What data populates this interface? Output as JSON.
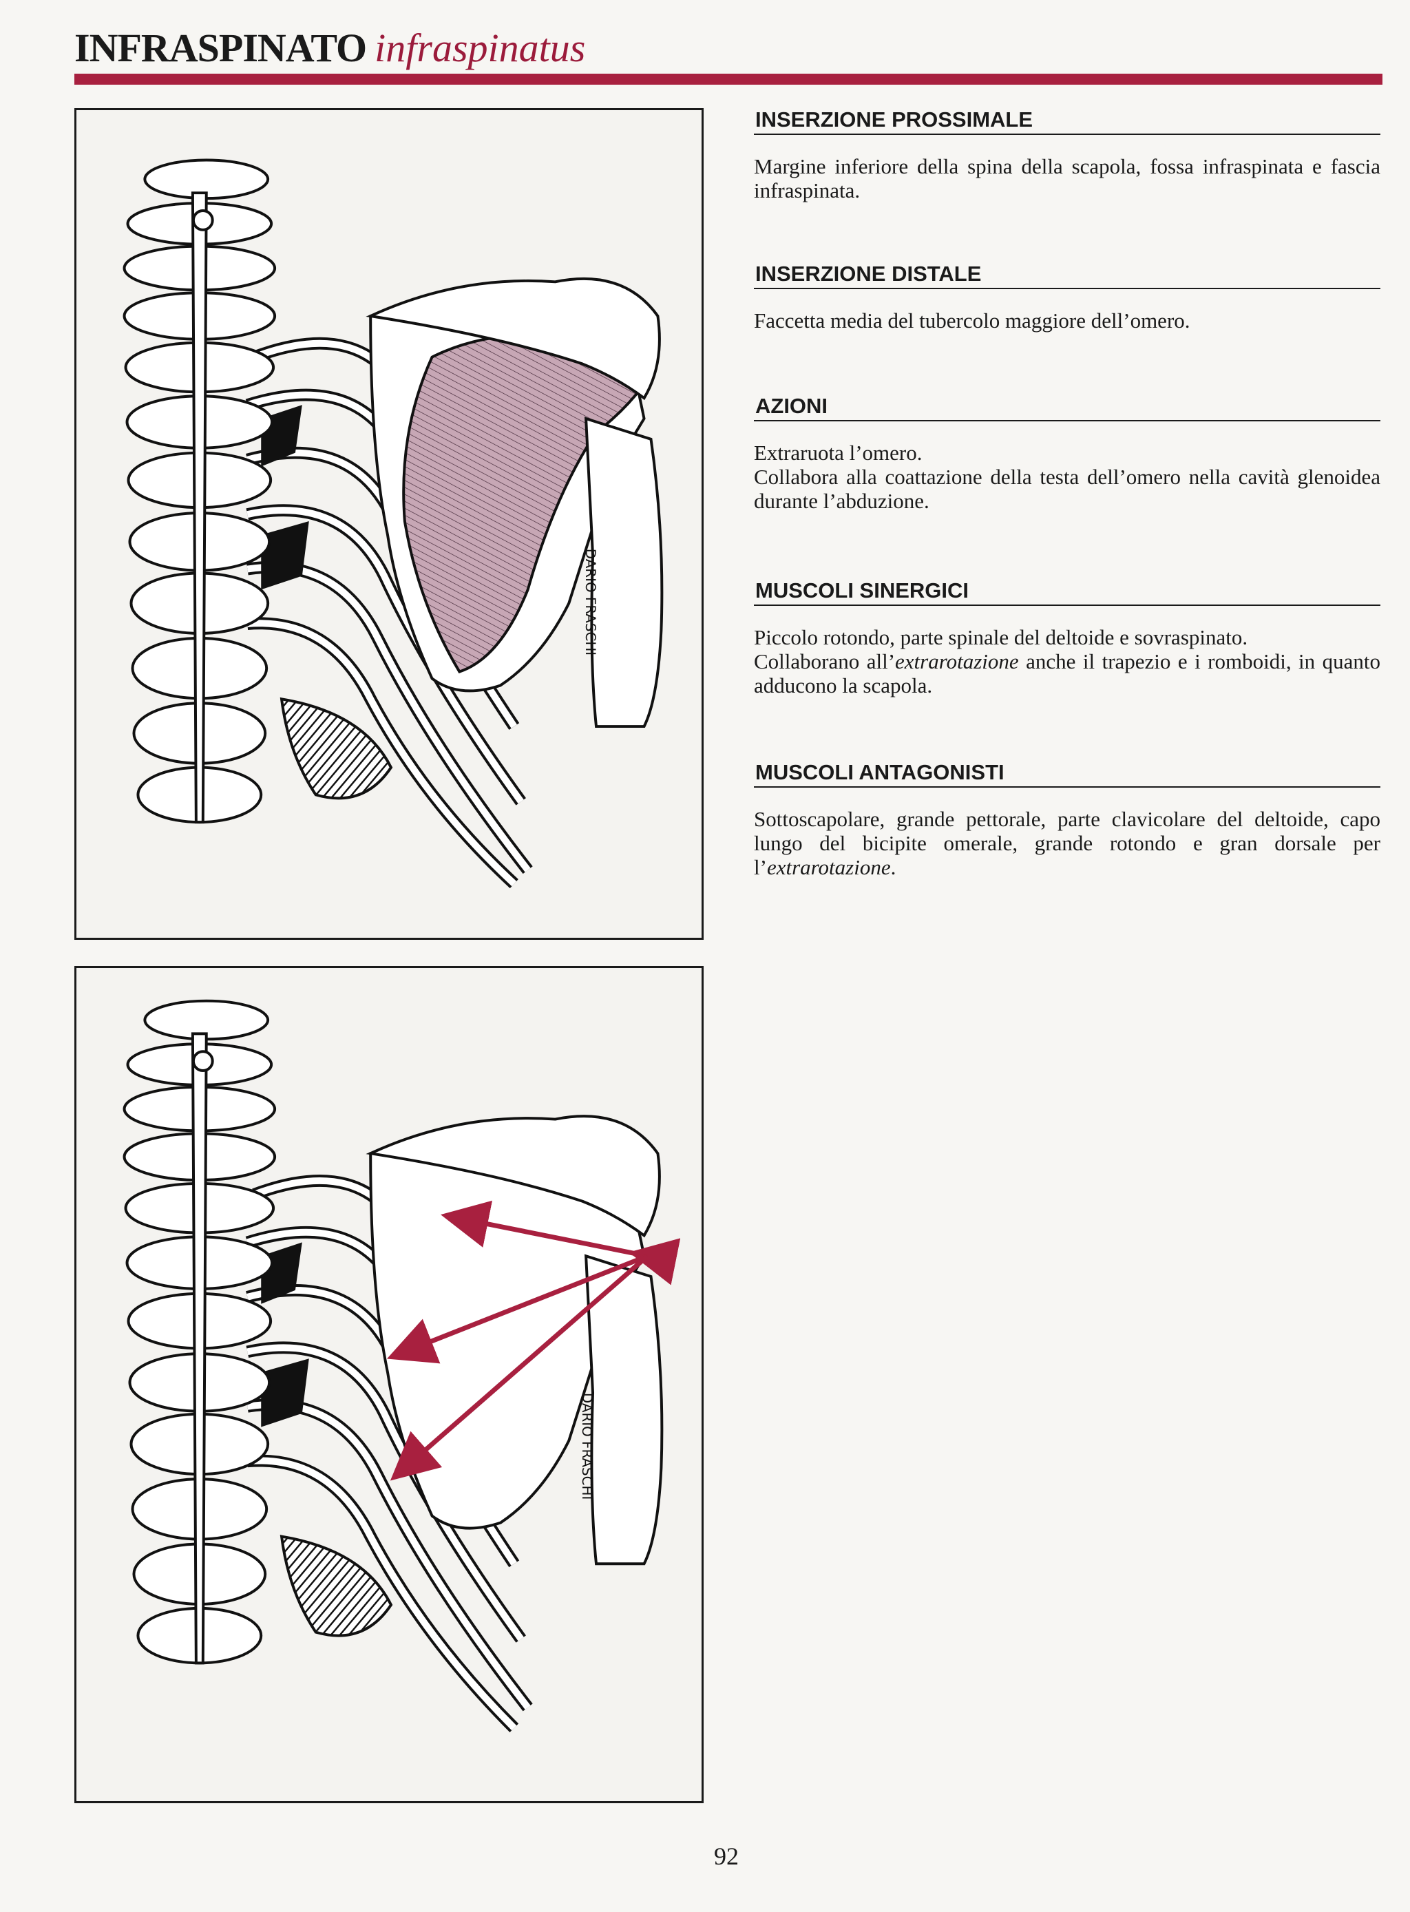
{
  "header": {
    "title_main": "INFRASPINATO",
    "title_latin": "infraspinatus",
    "accent_color": "#a8203f"
  },
  "figures": {
    "top": {
      "signature": "DARIO FRASCHI",
      "muscle_color": "#c7a7b5"
    },
    "bottom": {
      "signature": "DARIO FRASCHI",
      "arrow_color": "#a8203f"
    }
  },
  "sections": {
    "prossimale": {
      "heading": "INSERZIONE PROSSIMALE",
      "lines": [
        "Margine inferiore della spina della scapola, fossa infraspinata e fascia infraspinata."
      ]
    },
    "distale": {
      "heading": "INSERZIONE DISTALE",
      "lines": [
        "Faccetta media del tubercolo maggiore dell’omero."
      ]
    },
    "azioni": {
      "heading": "AZIONI",
      "lines": [
        "Extraruota l’omero.",
        "Collabora alla coattazione della testa dell’omero nella cavità glenoidea durante l’abduzione."
      ]
    },
    "sinergici": {
      "heading": "MUSCOLI SINERGICI",
      "line1": "Piccolo rotondo, parte spinale del deltoide e sovraspinato.",
      "line2_a": "Collaborano all’",
      "line2_italic": "extrarotazione",
      "line2_b": " anche il trapezio e i romboidi, in quanto adducono la scapola."
    },
    "antagonisti": {
      "heading": "MUSCOLI ANTAGONISTI",
      "text_a": "Sottoscapolare, grande pettorale, parte clavicolare del deltoide, capo lungo del bicipite omerale, grande rotondo e gran dorsale per l’",
      "text_italic": "extrarotazione",
      "text_b": "."
    }
  },
  "footer": {
    "page_number": "92"
  }
}
